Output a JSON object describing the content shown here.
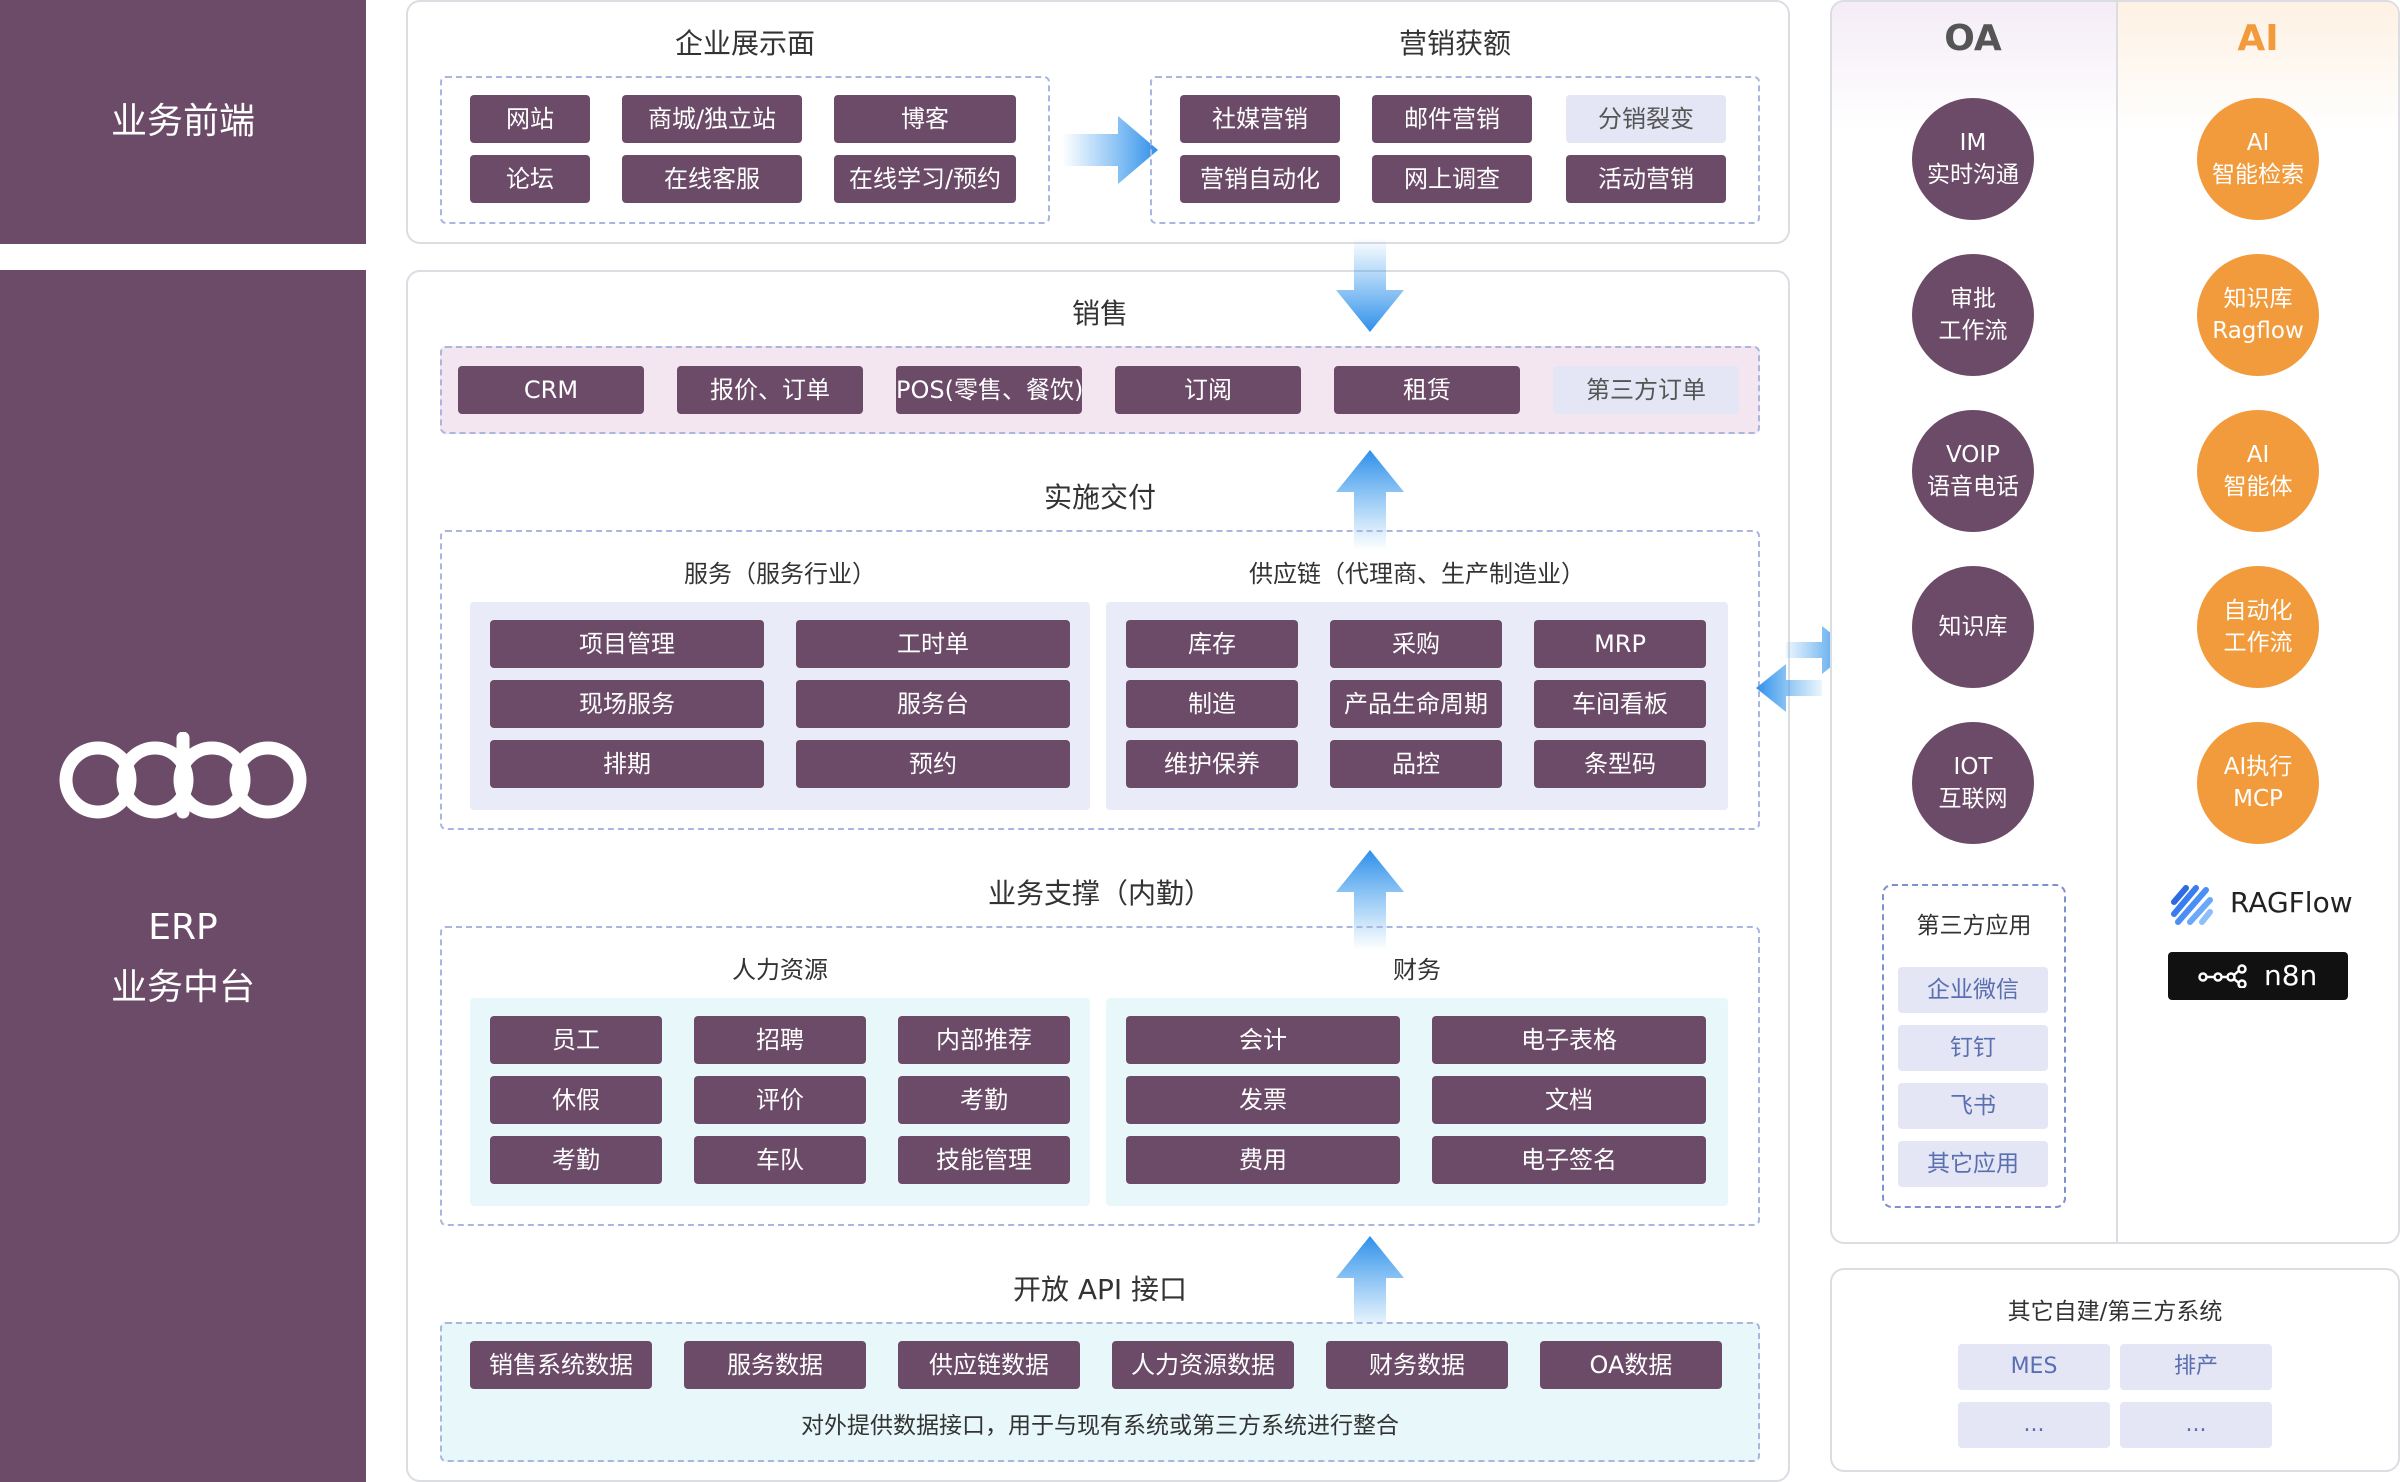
{
  "left": {
    "front_label": "业务前端",
    "erp_line1": "ERP",
    "erp_line2": "业务中台",
    "logo_text": "odoo"
  },
  "top": {
    "showcase_title": "企业展示面",
    "showcase_items": [
      "网站",
      "商城/独立站",
      "博客",
      "论坛",
      "在线客服",
      "在线学习/预约"
    ],
    "marketing_title": "营销获额",
    "marketing_items": [
      "社媒营销",
      "邮件营销",
      "分销裂变",
      "营销自动化",
      "网上调查",
      "活动营销"
    ]
  },
  "sales": {
    "title": "销售",
    "items": [
      "CRM",
      "报价、订单",
      "POS(零售、餐饮)",
      "订阅",
      "租赁",
      "第三方订单"
    ]
  },
  "delivery": {
    "title": "实施交付",
    "service_title": "服务（服务行业）",
    "service_items": [
      "项目管理",
      "工时单",
      "现场服务",
      "服务台",
      "排期",
      "预约"
    ],
    "supply_title": "供应链（代理商、生产制造业）",
    "supply_items": [
      "库存",
      "采购",
      "MRP",
      "制造",
      "产品生命周期",
      "车间看板",
      "维护保养",
      "品控",
      "条型码"
    ]
  },
  "support": {
    "title": "业务支撑（内勤）",
    "hr_title": "人力资源",
    "hr_items": [
      "员工",
      "招聘",
      "内部推荐",
      "休假",
      "评价",
      "考勤",
      "考勤",
      "车队",
      "技能管理"
    ],
    "finance_title": "财务",
    "finance_items": [
      "会计",
      "电子表格",
      "发票",
      "文档",
      "费用",
      "电子签名"
    ]
  },
  "api": {
    "title": "开放 API 接口",
    "items": [
      "销售系统数据",
      "服务数据",
      "供应链数据",
      "人力资源数据",
      "财务数据",
      "OA数据"
    ],
    "note": "对外提供数据接口，用于与现有系统或第三方系统进行整合"
  },
  "oa": {
    "title": "OA",
    "circles": [
      [
        "IM",
        "实时沟通"
      ],
      [
        "审批",
        "工作流"
      ],
      [
        "VOIP",
        "语音电话"
      ],
      [
        "知识库"
      ],
      [
        "IOT",
        "互联网"
      ]
    ],
    "third_title": "第三方应用",
    "third_items": [
      "企业微信",
      "钉钉",
      "飞书",
      "其它应用"
    ]
  },
  "ai": {
    "title": "AI",
    "circles": [
      [
        "AI",
        "智能检索"
      ],
      [
        "知识库",
        "Ragflow"
      ],
      [
        "AI",
        "智能体"
      ],
      [
        "自动化",
        "工作流"
      ],
      [
        "AI执行",
        "MCP"
      ]
    ],
    "ragflow_label": "RAGFlow",
    "n8n_label": "n8n"
  },
  "other": {
    "title": "其它自建/第三方系统",
    "items": [
      "MES",
      "排产",
      "...",
      "..."
    ]
  },
  "colors": {
    "brand_purple": "#6c4b68",
    "ai_orange": "#f29b3c",
    "arrow_blue": "#3ea0ee",
    "light_chip": "#e4e6f5"
  }
}
